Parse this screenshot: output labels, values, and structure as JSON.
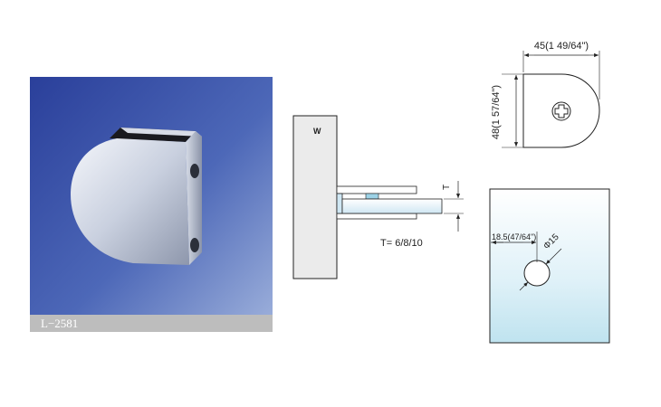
{
  "product_photo": {
    "model_code": "L−2581"
  },
  "side_view": {
    "wall_label": "W",
    "thickness_label": "T",
    "thickness_options": "T= 6/8/10"
  },
  "top_view": {
    "width_dimension": "45(1 49/64\")",
    "height_dimension": "48(1 57/64\")",
    "screw_icon": "phillips-screw-icon"
  },
  "glass_view": {
    "offset_dimension": "18.5(47/64\")",
    "hole_diameter": "Φ15"
  }
}
